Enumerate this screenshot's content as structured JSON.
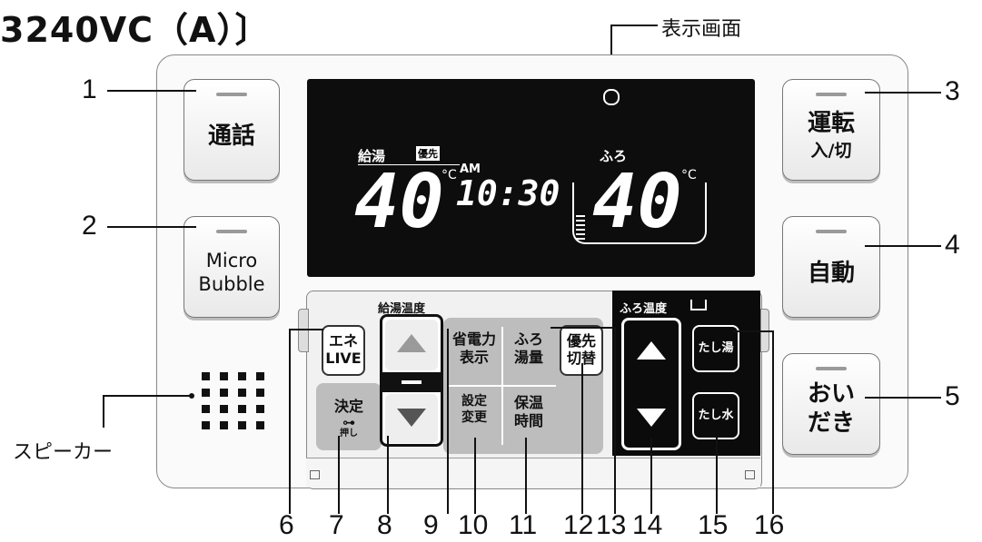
{
  "title": "3240VC（A）〕",
  "callouts": {
    "display": "表示画面",
    "speaker": "スピーカー",
    "n1": "1",
    "n2": "2",
    "n3": "3",
    "n4": "4",
    "n5": "5",
    "n6": "6",
    "n7": "7",
    "n8": "8",
    "n9": "9",
    "n10": "10",
    "n11": "11",
    "n12": "12",
    "n13": "13",
    "n14": "14",
    "n15": "15",
    "n16": "16"
  },
  "buttons": {
    "tsuwa": "通話",
    "micro": "Micro",
    "bubble": "Bubble",
    "unten": "運転",
    "unten_sub": "入/切",
    "jido": "自動",
    "oidaki_1": "おい",
    "oidaki_2": "だき"
  },
  "display": {
    "kyuto_label": "給湯",
    "yusen_badge": "優先",
    "kyuto_temp": "40",
    "unit_c": "°C",
    "ampm": "AM",
    "clock": "10:30",
    "furo_label": "ふろ",
    "furo_temp": "40",
    "unit_c2": "°C"
  },
  "control": {
    "kyuto_ondo": "給湯温度",
    "furo_ondo": "ふろ温度",
    "ene_1": "エネ",
    "ene_2": "LIVE",
    "kettei": "決定",
    "kettei_sub": "押し",
    "shoden_1": "省電力",
    "shoden_2": "表示",
    "furo_yu_1": "ふろ",
    "furo_yu_2": "湯量",
    "settei_1": "設定",
    "settei_2": "変更",
    "hoon_1": "保温",
    "hoon_2": "時間",
    "yusen_1": "優先",
    "yusen_2": "切替",
    "tashi_yu": "たし湯",
    "tashi_mizu": "たし水"
  },
  "icons": [
    "up-triangle-icon",
    "down-triangle-icon",
    "minus-icon",
    "key-icon",
    "bathtub-icon",
    "speaker-grille-icon"
  ]
}
